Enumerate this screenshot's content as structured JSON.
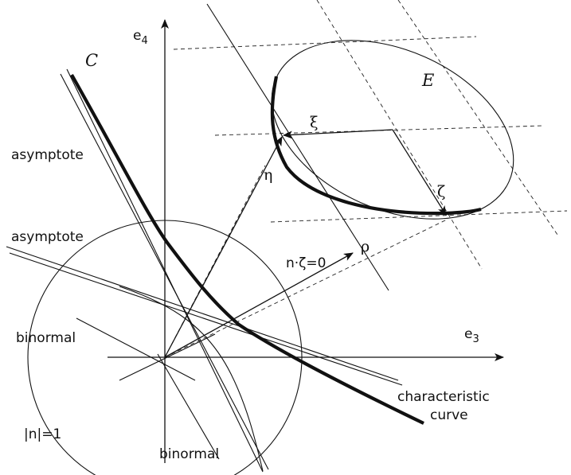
{
  "diagram": {
    "labels": {
      "e4": "e",
      "e4_sub": "4",
      "e3": "e",
      "e3_sub": "3",
      "curve_c": "C",
      "ellipse_e": "E",
      "xi": "ξ",
      "eta": "η",
      "zeta": "ζ",
      "rho": "ρ",
      "n_zeta": "n·ζ=0",
      "asymptote_1": "asymptote",
      "asymptote_2": "asymptote",
      "binormal_1": "binormal",
      "binormal_2": "binormal",
      "unit_circle": "|n|=1",
      "characteristic_1": "characteristic",
      "characteristic_2": "curve"
    }
  }
}
